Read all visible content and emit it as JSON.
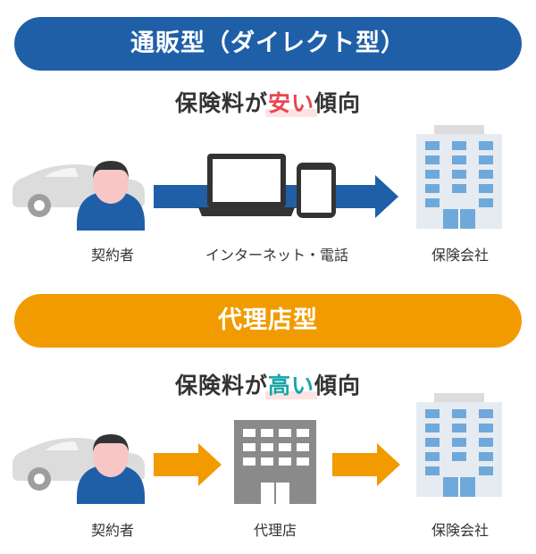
{
  "direct": {
    "banner": "通販型（ダイレクト型）",
    "headline": {
      "before": "保険料が",
      "highlight": "安い",
      "after": "傾向"
    },
    "labels": {
      "contractor": "契約者",
      "channel": "インターネット・電話",
      "insurer": "保険会社"
    }
  },
  "agency": {
    "banner": "代理店型",
    "headline": {
      "before": "保険料が",
      "highlight": "高い",
      "after": "傾向"
    },
    "labels": {
      "contractor": "契約者",
      "channel": "代理店",
      "insurer": "保険会社"
    }
  },
  "colors": {
    "direct": "#1f5fa8",
    "agency": "#f29b00",
    "cheap": "#e8464f",
    "expensive": "#1aa6a6",
    "highlight_bg": "#fde3e3"
  },
  "icons": [
    "car-icon",
    "person-icon",
    "laptop-icon",
    "smartphone-icon",
    "office-building-icon",
    "agency-shop-icon",
    "arrow-right-icon"
  ]
}
